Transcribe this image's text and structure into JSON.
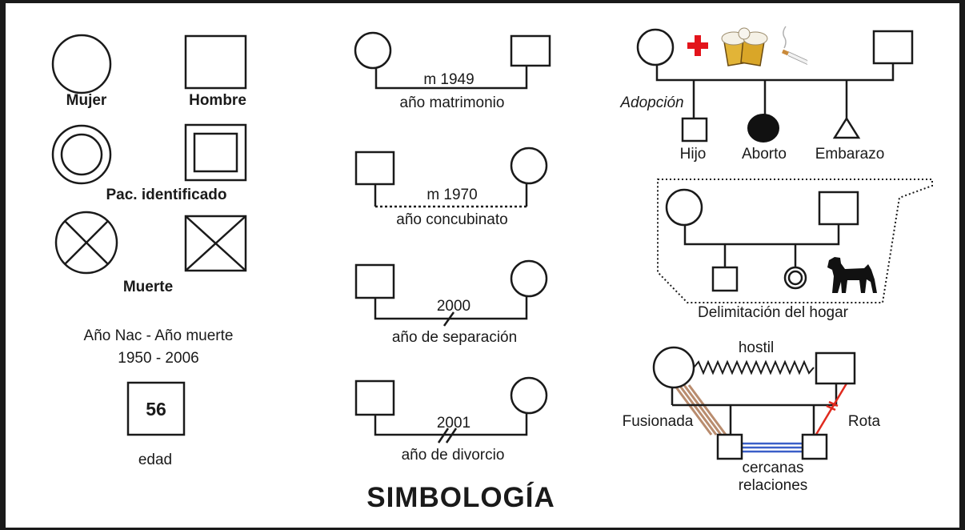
{
  "title": "SIMBOLOGÍA",
  "basic": {
    "mujer": "Mujer",
    "hombre": "Hombre",
    "paciente": "Pac. identificado",
    "muerte": "Muerte",
    "nac_muerte": "Año Nac - Año muerte",
    "anios": "1950 - 2006",
    "edad_valor": "56",
    "edad": "edad"
  },
  "relations": {
    "matrimonio_year": "m 1949",
    "matrimonio": "año matrimonio",
    "concubinato_year": "m 1970",
    "concubinato": "año concubinato",
    "separacion_year": "2000",
    "separacion": "año de separación",
    "divorcio_year": "2001",
    "divorcio": "año de divorcio"
  },
  "family": {
    "adopcion": "Adopción",
    "hijo": "Hijo",
    "aborto": "Aborto",
    "embarazo": "Embarazo",
    "hogar": "Delimitación del hogar",
    "hostil": "hostil",
    "fusionada": "Fusionada",
    "rota": "Rota",
    "cercanas": "cercanas",
    "relaciones": "relaciones"
  },
  "icons": [
    "health-cross-icon",
    "beer-icon",
    "cigarette-icon",
    "dog-icon"
  ],
  "colors": {
    "ink": "#1a1a1a",
    "cross": "#e3141b",
    "rota": "#e02a1e",
    "fusionada": "#b98c6e",
    "cercanas": "#3a5fc8",
    "beer": "#e2b437"
  }
}
